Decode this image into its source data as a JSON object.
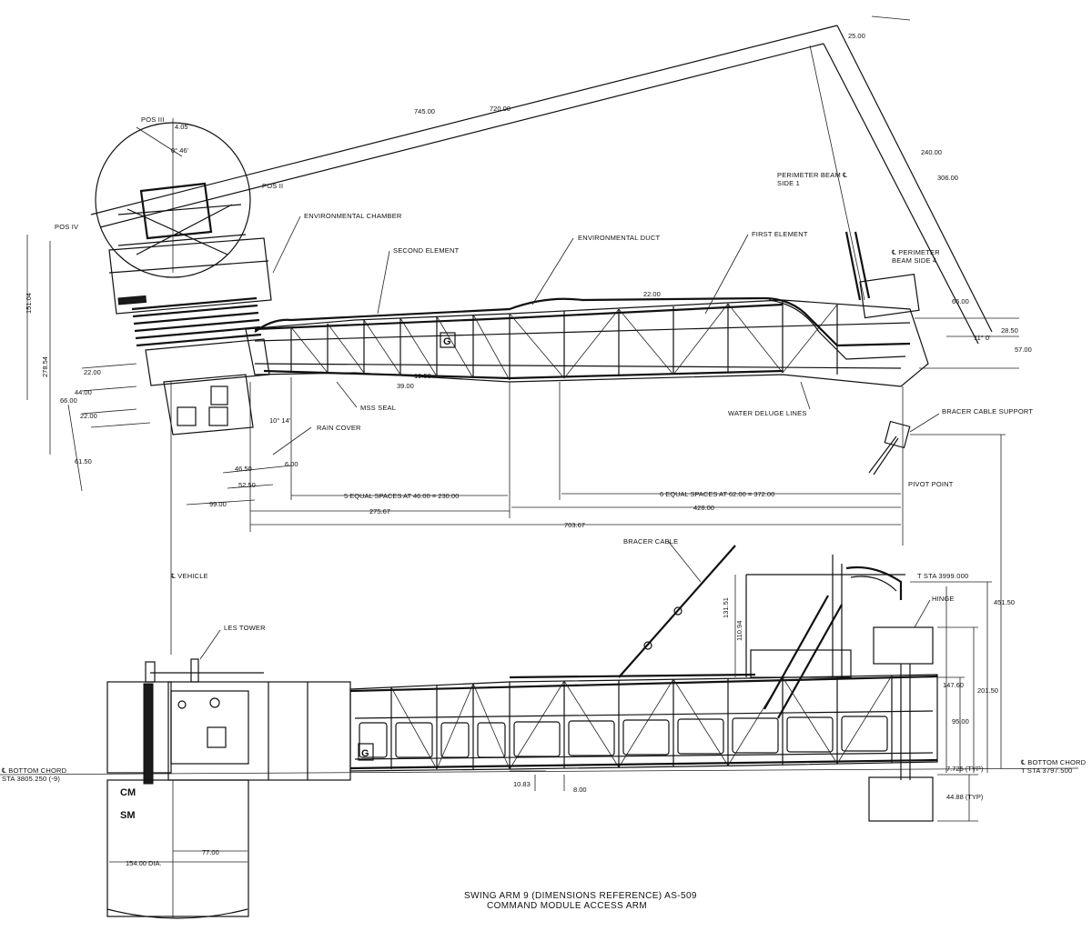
{
  "labels": {
    "pos_iii": "POS III",
    "pos_ii": "POS II",
    "pos_iv": "POS IV",
    "environmental_chamber": "ENVIRONMENTAL CHAMBER",
    "second_element": "SECOND ELEMENT",
    "environmental_duct": "ENVIRONMENTAL DUCT",
    "first_element": "FIRST ELEMENT",
    "perimeter_beam_side1_line1": "PERIMETER BEAM ℄",
    "perimeter_beam_side1_line2": "SIDE 1",
    "perimeter_beam_side4_line1": "℄ PERIMETER",
    "perimeter_beam_side4_line2": "BEAM SIDE 4",
    "mss_seal": "MSS SEAL",
    "rain_cover": "RAIN COVER",
    "water_deluge_lines": "WATER DELUGE LINES",
    "bracer_cable_support": "BRACER CABLE SUPPORT",
    "pivot_point": "PIVOT POINT",
    "bracer_cable": "BRACER CABLE",
    "vehicle": "℄ VEHICLE",
    "les_tower": "LES TOWER",
    "hinge": "HINGE",
    "t_sta_top": "T STA 3999.000",
    "bottom_chord_left_line1": "℄ BOTTOM CHORD",
    "bottom_chord_left_line2": "STA 3805.250 (-9)",
    "bottom_chord_right_line1": "℄ BOTTOM CHORD",
    "bottom_chord_right_line2": "T STA 3797.500",
    "cm": "CM",
    "sm": "SM",
    "arm_badge_top": "G",
    "arm_badge_bottom": "G"
  },
  "dimensions": {
    "d_25": "25.00",
    "d_745": "745.00",
    "d_720": "720.00",
    "d_405": "4.05",
    "d_0_46": "0° 46'",
    "d_240": "240.00",
    "d_306": "306.00",
    "d_151": "151.04",
    "d_278": "278.54",
    "d_22a": "22.00",
    "d_44": "44.00",
    "d_66a": "66.00",
    "d_22b": "22.00",
    "d_6150": "61.50",
    "d_2200": "22.00",
    "d_66b": "66.00",
    "d_2850": "28.50",
    "d_11": "11° 0'",
    "d_57": "57.00",
    "d_1950": "19.50",
    "d_39": "39.00",
    "d_10_14": "10° 14'",
    "d_4650": "46.50",
    "d_600": "6.00",
    "d_5250": "52.50",
    "d_99": "99.00",
    "d_5eq": "5 EQUAL SPACES AT 46.00 = 230.00",
    "d_6eq": "6 EQUAL SPACES AT 62.00 = 372.00",
    "d_27567": "275.67",
    "d_428": "428.00",
    "d_70367": "703.67",
    "d_13151": "131.51",
    "d_11094": "110.94",
    "d_4515": "451.50",
    "d_2015": "201.50",
    "d_1476": "147.60",
    "d_95": "95.00",
    "d_7725": "7.725 (TYP)",
    "d_4488": "44.88 (TYP)",
    "d_1083": "10.83",
    "d_800": "8.00",
    "d_77": "77.00",
    "d_154": "154.00 DIA."
  },
  "title": {
    "line1": "SWING ARM 9 (DIMENSIONS REFERENCE) AS-509",
    "line2": "COMMAND MODULE ACCESS ARM"
  }
}
